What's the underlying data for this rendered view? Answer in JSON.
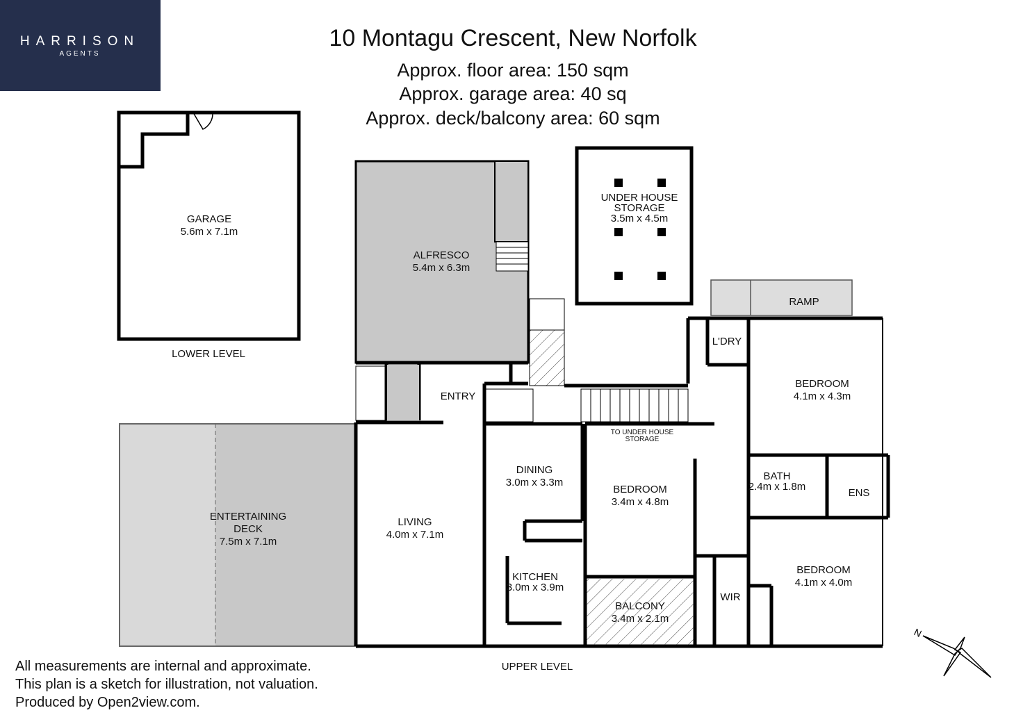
{
  "logo": {
    "name": "HARRISON",
    "sub": "AGENTS",
    "bg_color": "#252f4c"
  },
  "header": {
    "title": "10 Montagu Crescent, New Norfolk",
    "floor_area": "Approx. floor area: 150 sqm",
    "garage_area": "Approx. garage area: 40 sq",
    "deck_area": "Approx. deck/balcony area: 60 sqm"
  },
  "rooms": {
    "garage": {
      "name": "GARAGE",
      "size": "5.6m x 7.1m"
    },
    "alfresco": {
      "name": "ALFRESCO",
      "size": "5.4m x 6.3m"
    },
    "storage": {
      "name1": "UNDER HOUSE",
      "name2": "STORAGE",
      "size": "3.5m x 4.5m"
    },
    "ramp": {
      "name": "RAMP"
    },
    "laundry": {
      "name": "L'DRY"
    },
    "bedroom1": {
      "name": "BEDROOM",
      "size": "4.1m x 4.3m"
    },
    "entry": {
      "name": "ENTRY"
    },
    "to_storage": {
      "line1": "TO UNDER HOUSE",
      "line2": "STORAGE"
    },
    "dining": {
      "name": "DINING",
      "size": "3.0m x 3.3m"
    },
    "bedroom2": {
      "name": "BEDROOM",
      "size": "3.4m x 4.8m"
    },
    "bath": {
      "name": "BATH",
      "size": "2.4m x 1.8m"
    },
    "ens": {
      "name": "ENS"
    },
    "deck": {
      "name1": "ENTERTAINING",
      "name2": "DECK",
      "size": "7.5m x 7.1m"
    },
    "living": {
      "name": "LIVING",
      "size": "4.0m x 7.1m"
    },
    "kitchen": {
      "name": "KITCHEN",
      "size": "3.0m x 3.9m"
    },
    "balcony": {
      "name": "BALCONY",
      "size": "3.4m x 2.1m"
    },
    "wir": {
      "name": "WIR"
    },
    "bedroom3": {
      "name": "BEDROOM",
      "size": "4.1m x 4.0m"
    }
  },
  "levels": {
    "lower": "LOWER LEVEL",
    "upper": "UPPER LEVEL"
  },
  "footer": {
    "line1": "All measurements are internal and approximate.",
    "line2": "This plan is a sketch for illustration, not valuation.",
    "line3": "Produced by Open2view.com."
  },
  "compass": {
    "label": "N"
  }
}
